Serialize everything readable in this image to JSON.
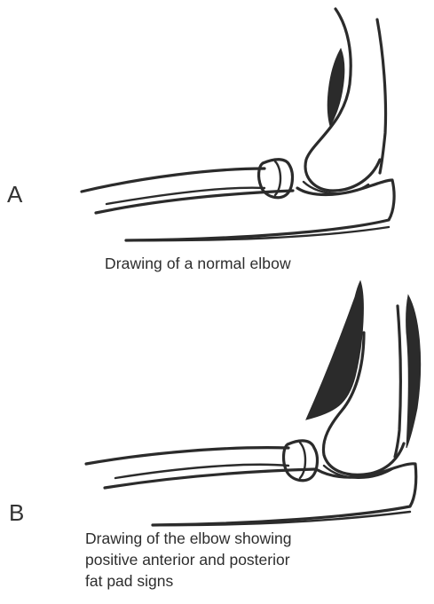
{
  "panels": [
    {
      "letter": "A",
      "caption": "Drawing of a normal elbow"
    },
    {
      "letter": "B",
      "caption_lines": [
        "Drawing of the elbow showing",
        "positive anterior and posterior",
        "fat pad signs"
      ]
    }
  ],
  "colors": {
    "ink": "#2b2b2b",
    "background": "#ffffff"
  }
}
